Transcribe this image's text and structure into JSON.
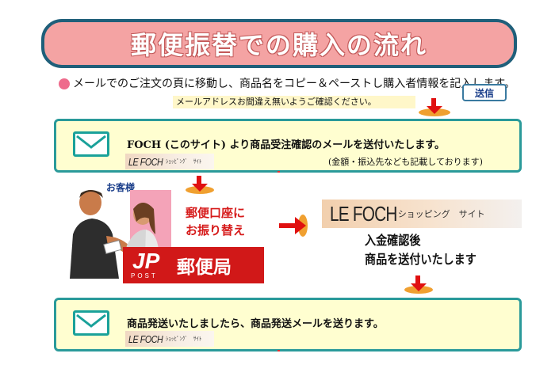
{
  "title": "郵便振替での購入の流れ",
  "intro": {
    "text": "メールでのご注文の頁に移動し、商品名をコピー＆ペーストし購入者情報を記入します。",
    "send_button": "送信",
    "note": "メールアドレスお間違え無いようご確認ください。"
  },
  "step1": {
    "text": "FOCH (このサイト) より商品受注確認のメールを送付いたします。",
    "sub": "(金額・振込先なども記載しております)",
    "icon": "mail-icon"
  },
  "logo": {
    "brand": "LE FOCH",
    "shop": "ショッピング　サイト"
  },
  "logo_small_shop": "ｼｮｯﾋﾟﾝｸﾞ　ｻｲﾄ",
  "customer": {
    "label": "お客様",
    "transfer_line1": "郵便口座に",
    "transfer_line2": "お振り替え"
  },
  "post_office": {
    "mark": "JP",
    "mark_sub": "POST",
    "name": "郵便局"
  },
  "confirm": {
    "line1": "入金確認後",
    "line2": "商品を送付いたします"
  },
  "step2": {
    "text": "商品発送いたしましたら、商品発送メールを送ります。",
    "icon": "mail-icon"
  },
  "colors": {
    "banner": "#f4a3a3",
    "banner_border": "#1f5f7a",
    "box_fill": "#fffed0",
    "box_border": "#2a9a9a",
    "arrow_red": "#e01010",
    "arrow_orange": "#f0a030",
    "post_red": "#d11818"
  }
}
